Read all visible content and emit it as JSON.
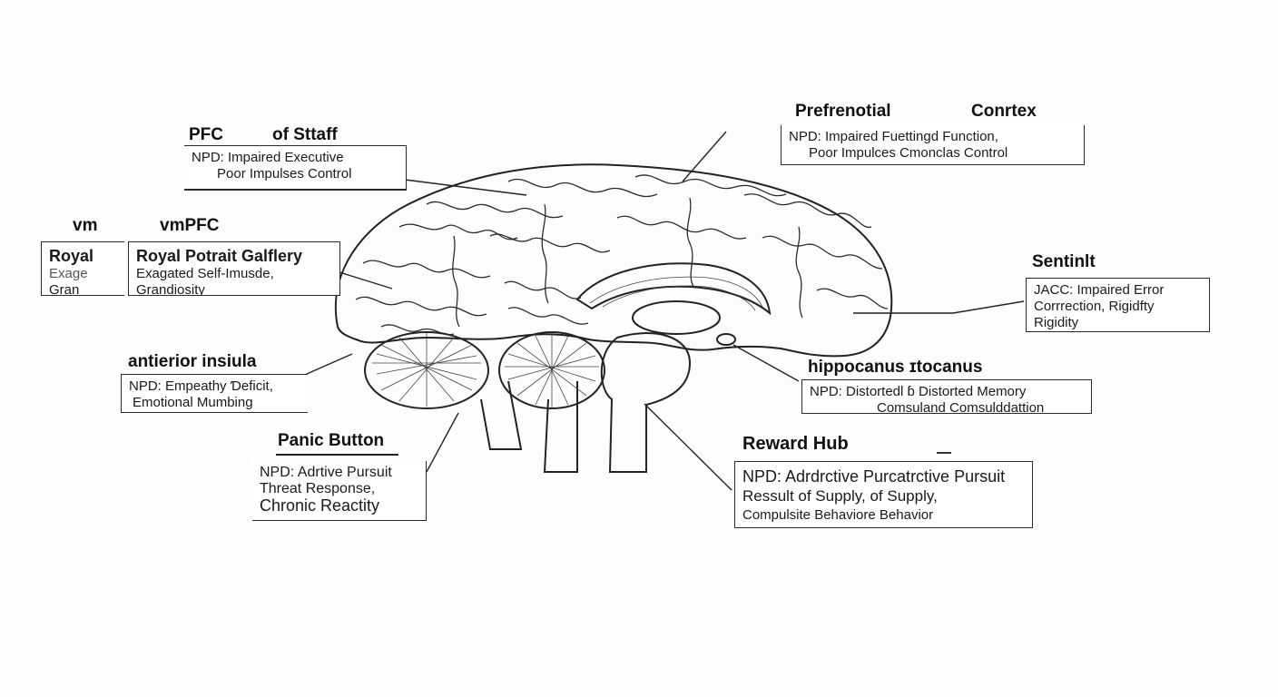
{
  "callouts": {
    "pfc_staff": {
      "title_left": "PFC",
      "title_right": "of Sttaff",
      "lines": [
        "NPD: Impaired Executive",
        "Poor Impulses Control"
      ]
    },
    "prefrontal_cortex": {
      "title_left": "Prefrenotial",
      "title_right": "Conrtex",
      "lines": [
        "NPD: Impaired Fuettingd Function,",
        "Poor Impulces Cmonclas Control"
      ]
    },
    "vmpfc": {
      "ghost_title": "vm",
      "title": "vmPFC",
      "ghost_heading": "Royal",
      "heading": "Royal Potrait Galflery",
      "ghost_lines": [
        "Exage",
        "Gran"
      ],
      "lines": [
        "Exagated Self-Imusde,",
        "Grandiosity"
      ]
    },
    "sentinel": {
      "title": "Sentinlt",
      "lines": [
        "JACC: Impaired Error",
        "Corrrection, Rigidfty",
        "Rigidity"
      ]
    },
    "anterior_insula": {
      "title": "antierior insiula",
      "lines": [
        "NPD: Empeathy Ɗeficit,",
        "Emotional Mumbing"
      ]
    },
    "hippocampus": {
      "title": "hippocanus ɪtocanus",
      "lines": [
        "NPD: Distortedl ɓ Distorted Memory",
        "Comsuland Comsulddattion"
      ]
    },
    "panic_button": {
      "title": "Panic Button",
      "lines": [
        "NPD: Adrtive Pursuit",
        "Threat Response,",
        "Chronic Reactity"
      ]
    },
    "reward_hub": {
      "title": "Reward Hub",
      "lines": [
        "NPD: Adrdrctive Purcatrctive Pursuit",
        "Ressult of Supply, of Supply,",
        "Compulsite Behaviore Behavior"
      ]
    }
  }
}
